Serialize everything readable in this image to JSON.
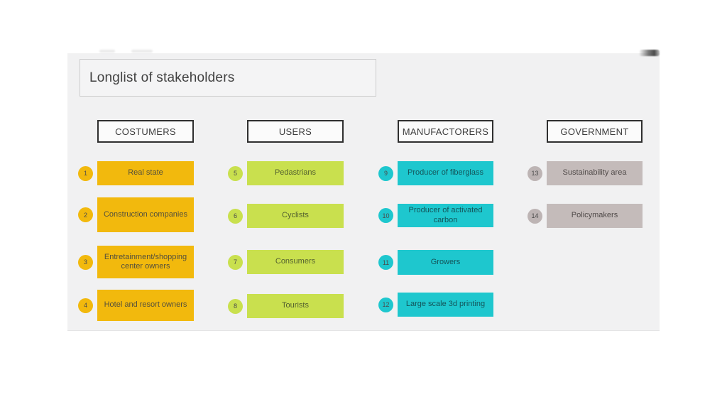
{
  "title": "Longlist of stakeholders",
  "canvas_background": "#f1f1f2",
  "columns": [
    {
      "header": "COSTUMERS",
      "color": "#f2b90d",
      "badge_color": "#f2b90d",
      "text_color": "#54503c",
      "items": [
        {
          "number": "1",
          "label": "Real state"
        },
        {
          "number": "2",
          "label": "Construction companies"
        },
        {
          "number": "3",
          "label": "Entretainment/shopping center owners"
        },
        {
          "number": "4",
          "label": "Hotel and resort owners"
        }
      ]
    },
    {
      "header": "USERS",
      "color": "#c9e04e",
      "badge_color": "#c9e04e",
      "text_color": "#53602f",
      "items": [
        {
          "number": "5",
          "label": "Pedastrians"
        },
        {
          "number": "6",
          "label": "Cyclists"
        },
        {
          "number": "7",
          "label": "Consumers"
        },
        {
          "number": "8",
          "label": "Tourists"
        }
      ]
    },
    {
      "header": "MANUFACTORERS",
      "color": "#1ec7ce",
      "badge_color": "#1ec7ce",
      "text_color": "#14555a",
      "items": [
        {
          "number": "9",
          "label": "Producer of fiberglass"
        },
        {
          "number": "10",
          "label": "Producer of activated carbon"
        },
        {
          "number": "11",
          "label": "Growers"
        },
        {
          "number": "12",
          "label": "Large scale 3d printing"
        }
      ]
    },
    {
      "header": "GOVERNMENT",
      "color": "#c4bbba",
      "badge_color": "#bdb4b4",
      "text_color": "#504a49",
      "items": [
        {
          "number": "13",
          "label": "Sustainability area"
        },
        {
          "number": "14",
          "label": "Policymakers"
        }
      ]
    }
  ]
}
